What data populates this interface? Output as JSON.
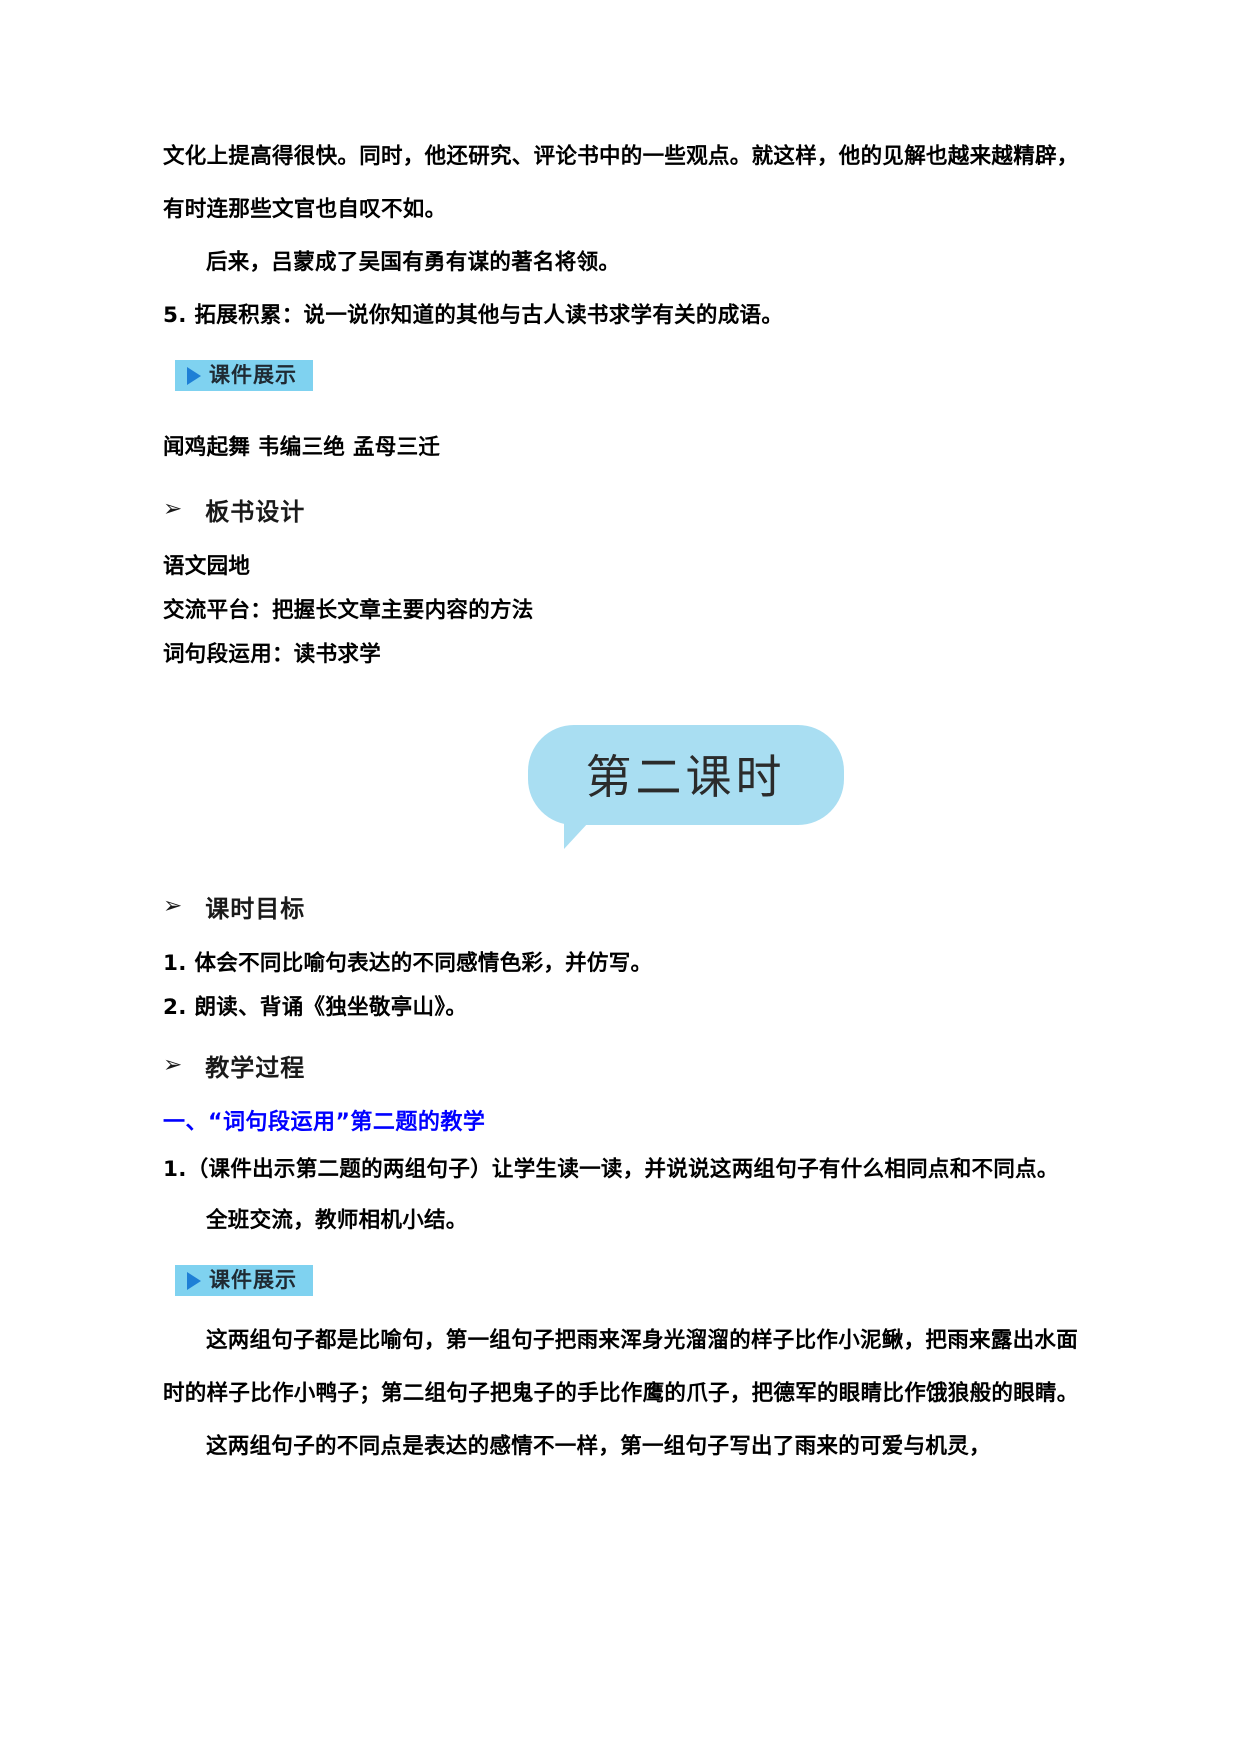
{
  "document": {
    "top_paragraphs": [
      "文化上提高得很快。同时，他还研究、评论书中的一些观点。就这样，他的见解也越来越精辟，有时连那些文官也自叹不如。",
      "后来，吕蒙成了吴国有勇有谋的著名将领。"
    ],
    "item5": "5. 拓展积累：说一说你知道的其他与古人读书求学有关的成语。",
    "courseware_badge": {
      "label": "课件展示",
      "icon": "play-triangle-icon",
      "background_color": "#7FD2F0",
      "icon_color": "#1E7FD6"
    },
    "idioms_line": "闻鸡起舞  韦编三绝  孟母三迁",
    "board_design": {
      "bullet": "➢",
      "heading": "板书设计",
      "lines": [
        "语文园地",
        "交流平台：把握长文章主要内容的方法",
        "词句段运用：读书求学"
      ]
    },
    "lesson_bubble": {
      "text": "第二课时",
      "background_color": "#A9DEF2"
    },
    "objectives": {
      "bullet": "➢",
      "heading": "课时目标",
      "items": [
        "1. 体会不同比喻句表达的不同感情色彩，并仿写。",
        "2. 朗读、背诵《独坐敬亭山》。"
      ]
    },
    "process": {
      "bullet": "➢",
      "heading": "教学过程",
      "blue_heading": "一、“词句段运用”第二题的教学",
      "blue_color": "#0000FF",
      "step1": "1.（课件出示第二题的两组句子）让学生读一读，并说说这两组句子有什么相同点和不同点。",
      "step1_followup": "全班交流，教师相机小结。",
      "badge2": {
        "label": "课件展示",
        "icon": "play-triangle-icon"
      },
      "answer_paragraphs": [
        "这两组句子都是比喻句，第一组句子把雨来浑身光溜溜的样子比作小泥鳅，把雨来露出水面时的样子比作小鸭子；第二组句子把鬼子的手比作鹰的爪子，把德军的眼睛比作饿狼般的眼睛。",
        "这两组句子的不同点是表达的感情不一样，第一组句子写出了雨来的可爱与机灵，"
      ]
    }
  }
}
